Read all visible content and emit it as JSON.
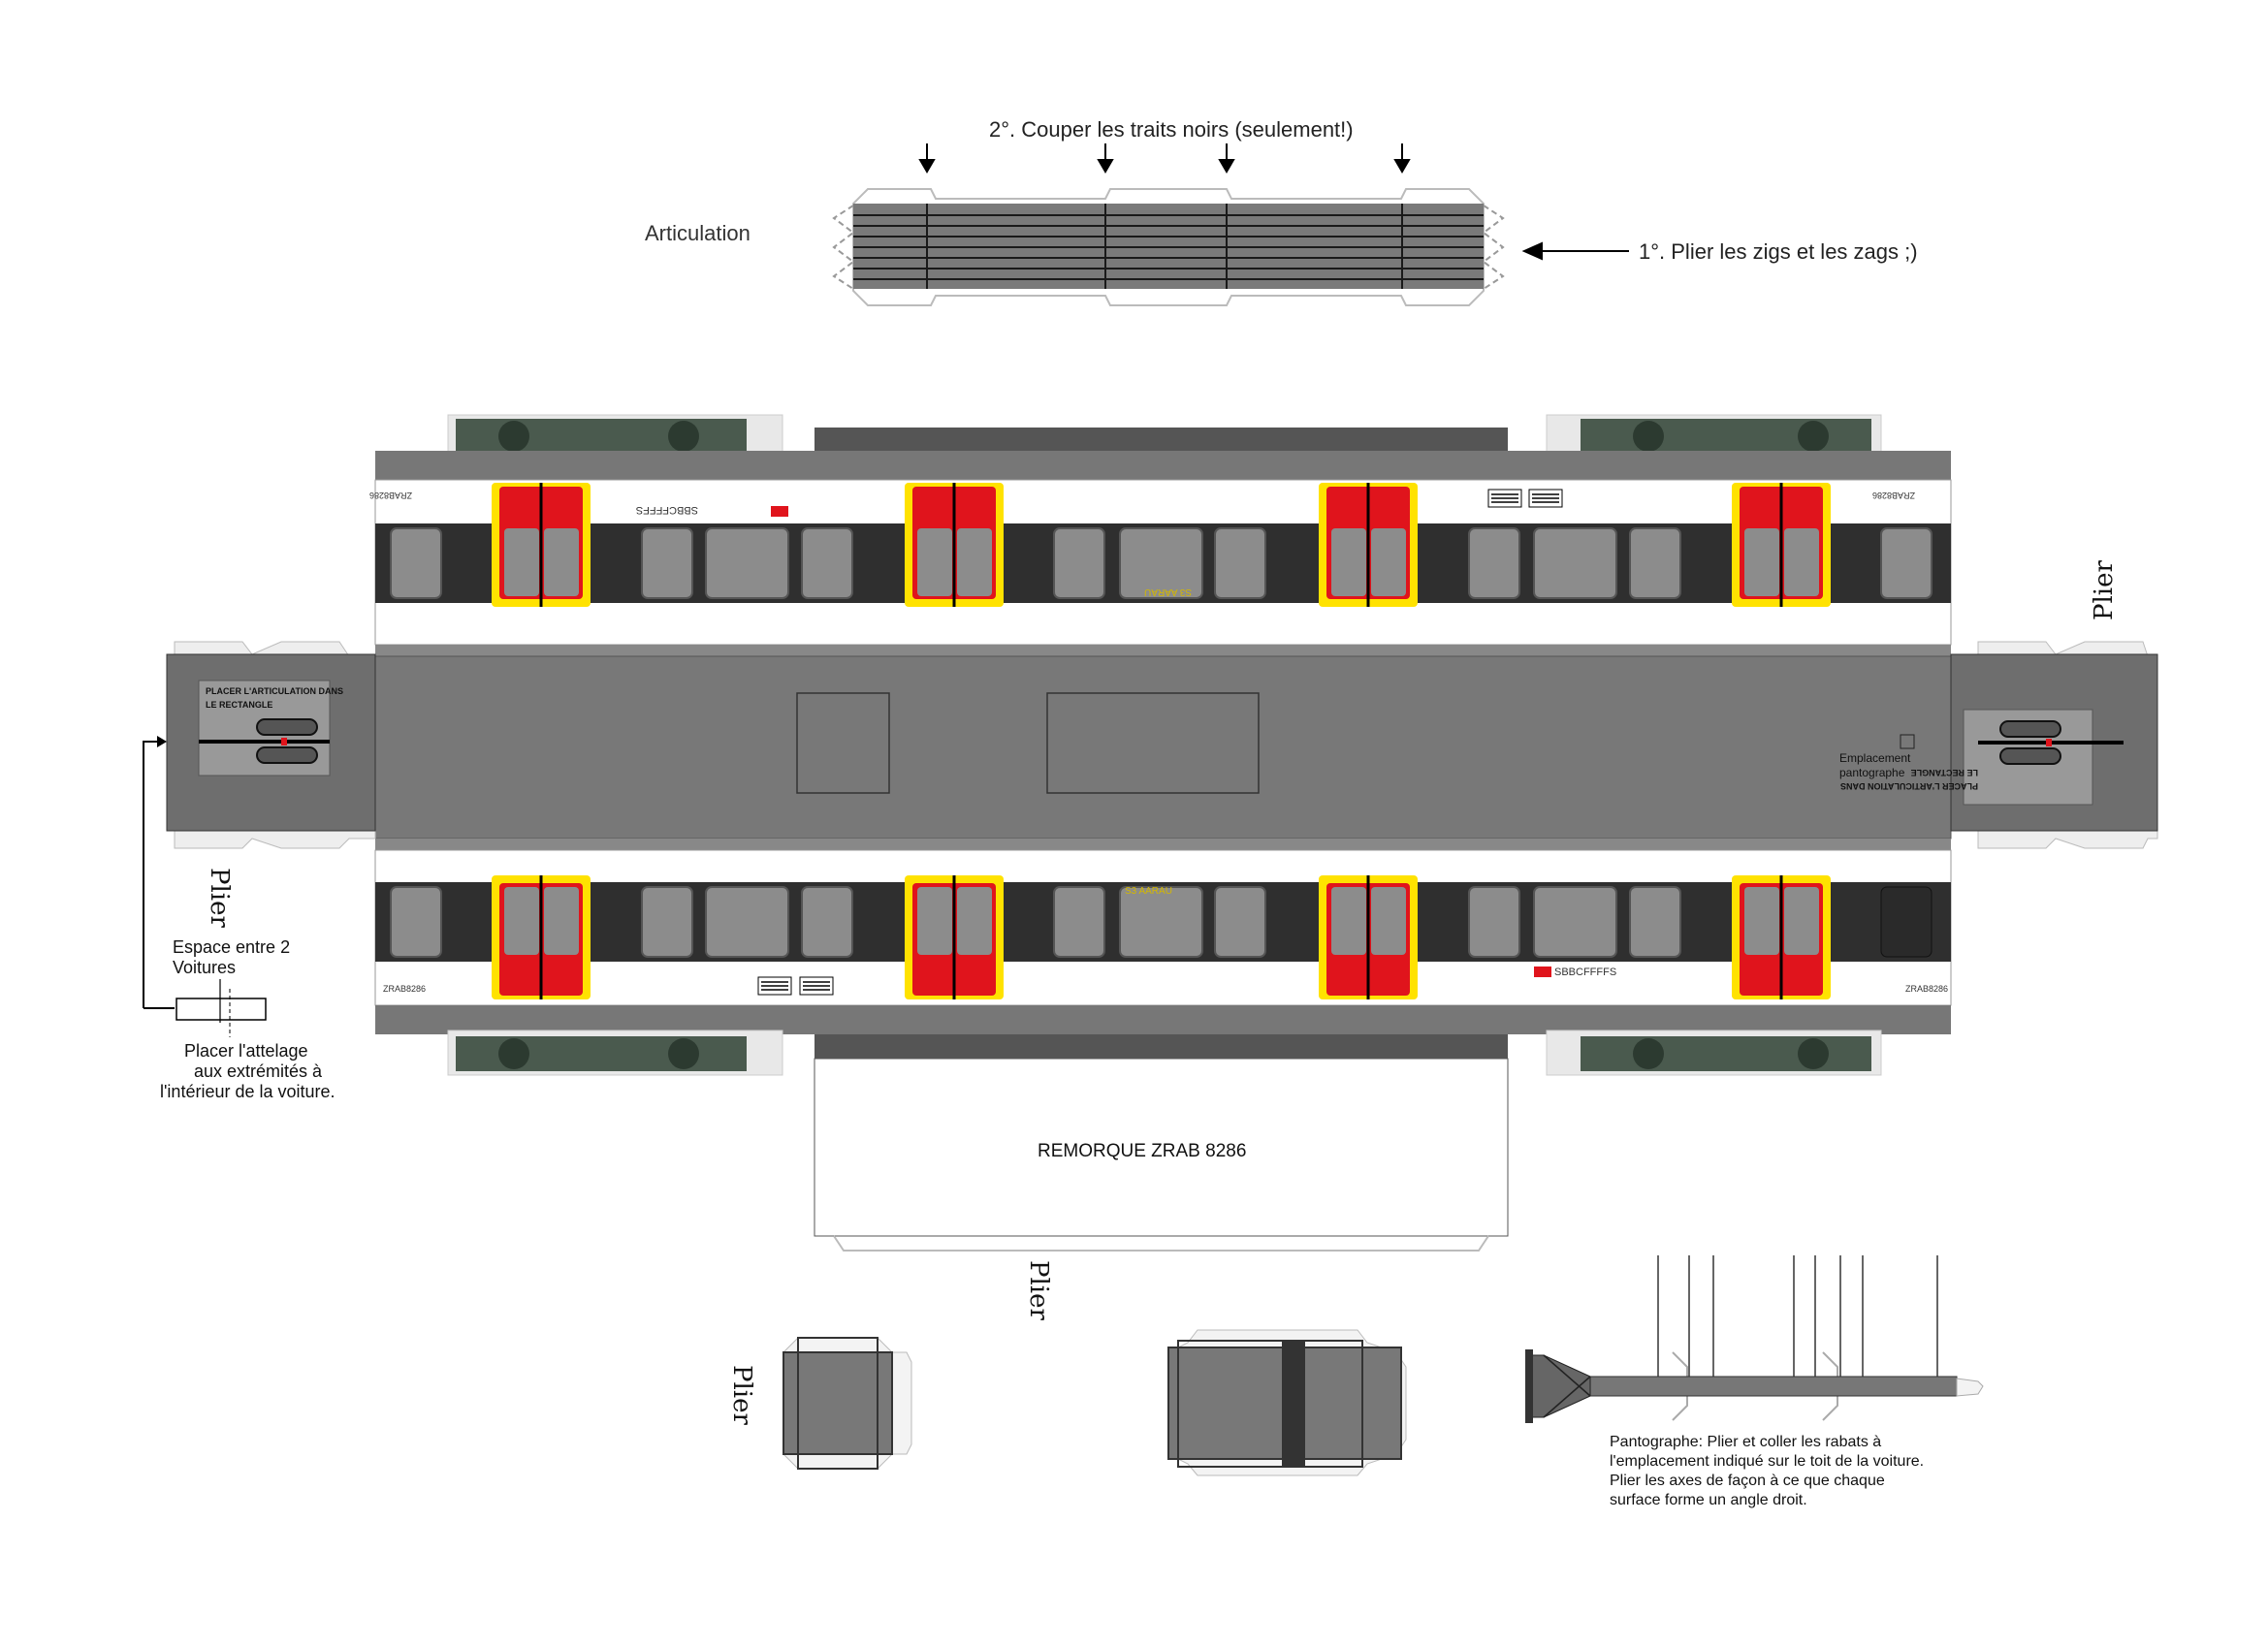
{
  "articulation": {
    "title": "Articulation",
    "step_cut": "2°. Couper les traits noirs (seulement!)",
    "step_fold": "1°. Plier les zigs et les zags ;)"
  },
  "car": {
    "label_roof_left": "PLACER L'ARTICULATION DANS LE RECTANGLE",
    "label_roof_left_l1": "PLACER L'ARTICULATION DANS",
    "label_roof_left_l2": "LE RECTANGLE",
    "label_roof_right_l1": "PLACER L'ARTICULATION DANS",
    "label_roof_right_l2": "LE RECTANGLE",
    "pantograph_spot_l1": "Emplacement",
    "pantograph_spot_l2": "pantographe",
    "side_code": "ZRAB8286",
    "logo_text_top": "SBBCFFFFS",
    "logo_text_bottom": "SBBCFFFFS",
    "dest_top": "S3 AARAU",
    "dest_bottom": "S3 AARAU",
    "floor_title": "REMORQUE ZRAB 8286"
  },
  "fold_labels": {
    "right": "Plier",
    "left": "Plier",
    "bottom": "Plier",
    "small_box": "Plier"
  },
  "coupling_note": {
    "space_l1": "Espace entre 2",
    "space_l2": "Voitures",
    "place_l1": "Placer l'attelage",
    "place_l2": "aux extrémités à",
    "place_l3": "l'intérieur de la voiture."
  },
  "pantograph_note": {
    "l1": "Pantographe: Plier et coller les rabats à",
    "l2": "l'emplacement indiqué sur le toit de la voiture.",
    "l3": "Plier les axes de façon à ce que chaque",
    "l4": "surface forme un angle droit."
  },
  "colors": {
    "roof_grey": "#787878",
    "dark": "#3a3a3a",
    "window_grey": "#8a8a8a",
    "door_red": "#e0141c",
    "door_yellow": "#ffe200",
    "white": "#ffffff"
  }
}
